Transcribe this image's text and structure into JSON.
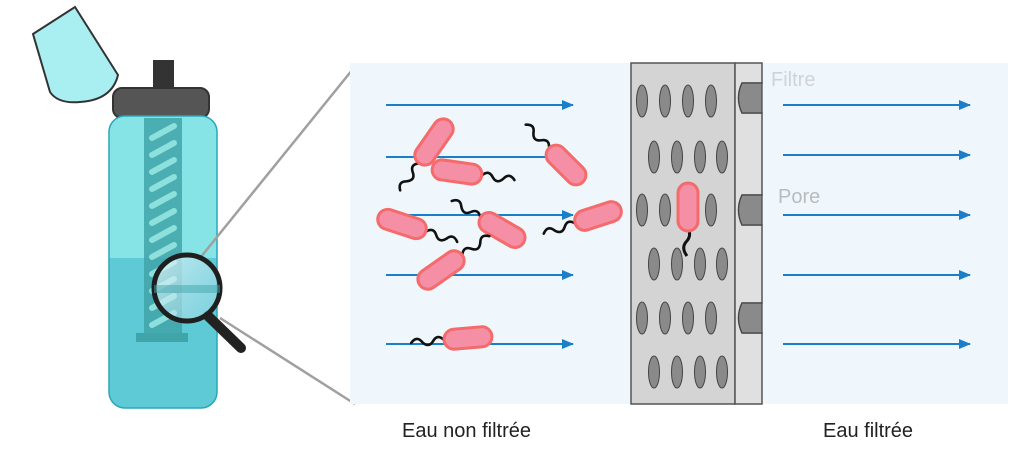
{
  "labels": {
    "unfiltered": "Eau non filtrée",
    "filtered": "Eau filtrée",
    "filter": "Filtre",
    "pore": "Pore"
  },
  "colors": {
    "water": "#5ecad6",
    "bottle_light": "#86e4e6",
    "panel_bg": "#f0f7fc",
    "arrow": "#1a7fc8",
    "bacteria_fill": "#f48fa6",
    "bacteria_stroke": "#f56a6a",
    "filter_body": "#d4d4d4",
    "pore": "#8a8a8a",
    "label_gray": "#b9bcbe"
  },
  "icons": [
    "bottle-icon",
    "magnifier-icon",
    "bacteria-icon",
    "flow-arrow-icon",
    "filter-membrane-icon"
  ]
}
